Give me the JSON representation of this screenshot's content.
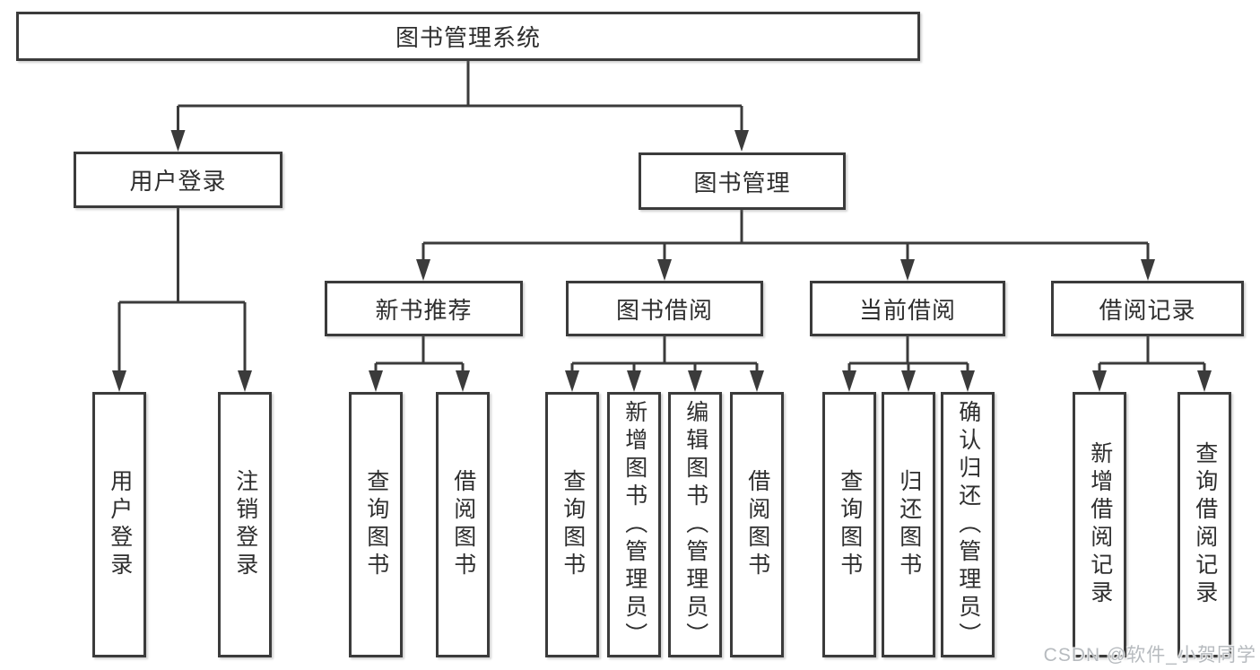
{
  "watermark": {
    "text": "CSDN @软件_小贺同学"
  },
  "colors": {
    "line": "#3b3b3b",
    "text": "#2e2e2e",
    "box_background": "#ffffff",
    "page_background": "#ffffff",
    "watermark_text": "#b7bbbf"
  },
  "tree": {
    "label": "图书管理系统",
    "children": [
      {
        "label": "用户登录",
        "children": [
          {
            "label": "用户登录"
          },
          {
            "label": "注销登录"
          }
        ]
      },
      {
        "label": "图书管理",
        "children": [
          {
            "label": "新书推荐",
            "children": [
              {
                "label": "查询图书"
              },
              {
                "label": "借阅图书"
              }
            ]
          },
          {
            "label": "图书借阅",
            "children": [
              {
                "label": "查询图书"
              },
              {
                "label": "新增图书（管理员）"
              },
              {
                "label": "编辑图书（管理员）"
              },
              {
                "label": "借阅图书"
              }
            ]
          },
          {
            "label": "当前借阅",
            "children": [
              {
                "label": "查询图书"
              },
              {
                "label": "归还图书"
              },
              {
                "label": "确认归还（管理员）"
              }
            ]
          },
          {
            "label": "借阅记录",
            "children": [
              {
                "label": "新增借阅记录"
              },
              {
                "label": "查询借阅记录"
              }
            ]
          }
        ]
      }
    ]
  }
}
